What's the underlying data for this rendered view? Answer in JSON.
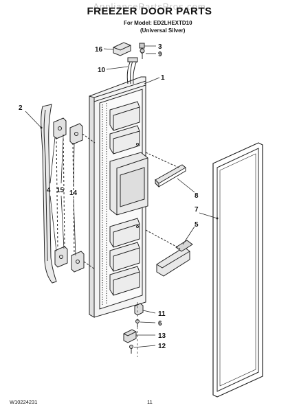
{
  "watermark": "AppliancePartsPros.com",
  "header": {
    "title": "FREEZER DOOR PARTS",
    "model_line": "For Model: ED2LHEXTD10",
    "color_line": "(Universal Silver)"
  },
  "callouts": [
    "16",
    "3",
    "9",
    "10",
    "1",
    "2",
    "4",
    "15",
    "14",
    "8",
    "7",
    "5",
    "11",
    "6",
    "13",
    "12"
  ],
  "footer": {
    "doc_number": "W10224231",
    "page_number": "11"
  }
}
